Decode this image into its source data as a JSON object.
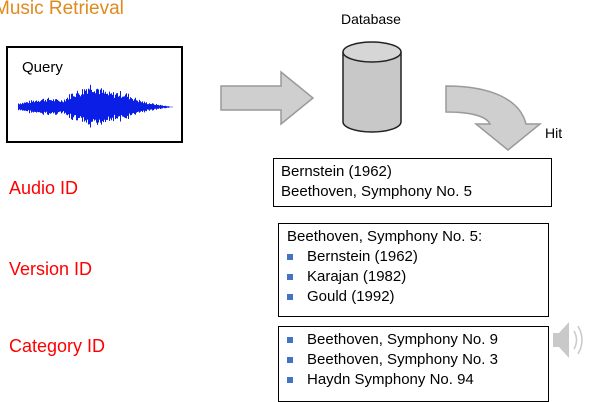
{
  "title": "Music Retrieval",
  "query_label": "Query",
  "database_label": "Database",
  "hit_label": "Hit",
  "colors": {
    "title": "#e08a1e",
    "category": "#ff0000",
    "bullet": "#4472c4",
    "waveform": "#0a1ee6",
    "arrow_fill": "#cfcfcf",
    "arrow_stroke": "#9a9a9a",
    "db_fill": "#c8c8c8"
  },
  "icons": {
    "waveform": "audio-waveform-icon",
    "database": "database-cylinder-icon",
    "speaker": "speaker-icon"
  },
  "rows": [
    {
      "category": "Audio ID",
      "lines": [
        "Bernstein (1962)",
        "Beethoven, Symphony No. 5"
      ],
      "items": []
    },
    {
      "category": "Version ID",
      "lines": [
        "Beethoven, Symphony No. 5:"
      ],
      "items": [
        "Bernstein (1962)",
        "Karajan (1982)",
        "Gould (1992)"
      ]
    },
    {
      "category": "Category ID",
      "lines": [],
      "items": [
        "Beethoven, Symphony No. 9",
        "Beethoven, Symphony No. 3",
        "Haydn Symphony No. 94"
      ]
    }
  ]
}
